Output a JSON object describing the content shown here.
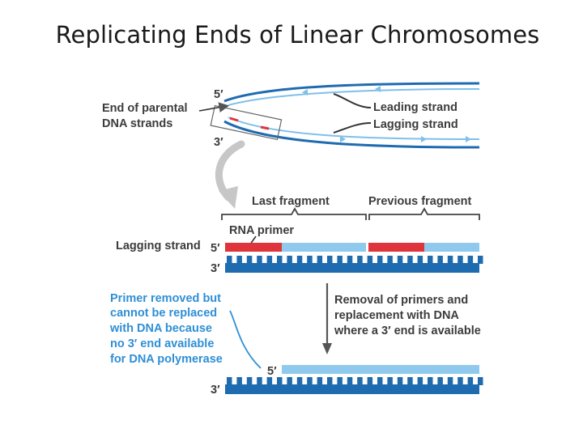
{
  "title": "Replicating Ends of Linear Chromosomes",
  "top_panel": {
    "five_prime": "5′",
    "three_prime": "3′",
    "end_label_line1": "End of parental",
    "end_label_line2": "DNA strands",
    "leading_strand": "Leading strand",
    "lagging_strand": "Lagging strand"
  },
  "middle_panel": {
    "last_fragment": "Last fragment",
    "previous_fragment": "Previous fragment",
    "rna_primer": "RNA primer",
    "lagging_strand": "Lagging strand",
    "five_prime": "5′",
    "three_prime": "3′"
  },
  "bottom_panel": {
    "primer_note": [
      "Primer removed but",
      "cannot be replaced",
      "with DNA because",
      "no 3′ end available",
      "for DNA polymerase"
    ],
    "removal_note": [
      "Removal of primers and",
      "replacement with DNA",
      "where a 3′ end is available"
    ],
    "five_prime": "5′",
    "three_prime": "3′"
  },
  "colors": {
    "dark_blue": "#1f6bb0",
    "light_blue": "#8fcaee",
    "primer_red": "#e0343c",
    "label_blue": "#2e8fd6",
    "label_gray": "#3c3c3c"
  }
}
